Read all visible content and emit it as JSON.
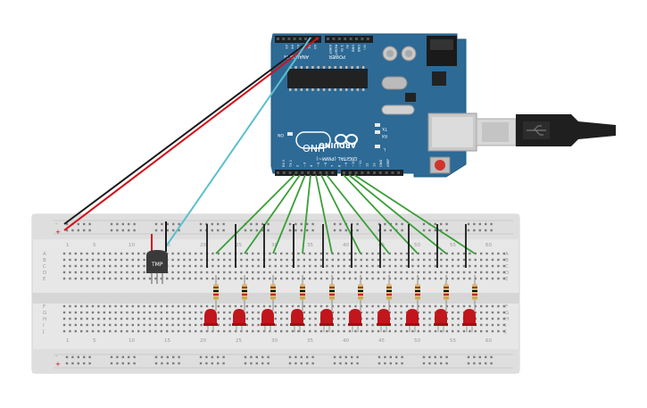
{
  "arduino": {
    "brand": "ARDUINO",
    "model": "UNO",
    "power_label": "POWER",
    "analog_label": "ANALOG IN",
    "digital_label": "DIGITAL (PWM~)",
    "on_label": "ON",
    "tx_label": "TX",
    "rx_label": "RX",
    "l_label": "L",
    "power_pins": [
      "IOREF",
      "RESET",
      "3.3V",
      "5V",
      "GND",
      "GND",
      "Vin"
    ],
    "analog_pins": [
      "A0",
      "A1",
      "A2",
      "A3",
      "A4",
      "A5"
    ],
    "digital_pins": [
      "AREF",
      "GND",
      "13",
      "12",
      "~11",
      "~10",
      "~9",
      "8",
      "7",
      "~6",
      "~5",
      "4",
      "~3",
      "2",
      "TX 1",
      "RX 0"
    ],
    "board_color": "#2d6a96"
  },
  "sensor": {
    "label": "TMP"
  },
  "breadboard": {
    "column_numbers": [
      "1",
      "5",
      "10",
      "15",
      "20",
      "25",
      "30",
      "35",
      "40",
      "45",
      "50",
      "55",
      "60"
    ],
    "row_letters_top": [
      "A",
      "B",
      "C",
      "D",
      "E"
    ],
    "row_letters_bottom": [
      "F",
      "G",
      "H",
      "I",
      "J"
    ],
    "rail_signs": [
      "-",
      "+"
    ]
  },
  "leds": {
    "count": 10,
    "color": "#c0161c"
  },
  "wires": {
    "gnd_color": "#1a1a1a",
    "power_color": "#d4101a",
    "signal_color": "#3a9e38",
    "sensor_color": "#5bbfcf"
  }
}
